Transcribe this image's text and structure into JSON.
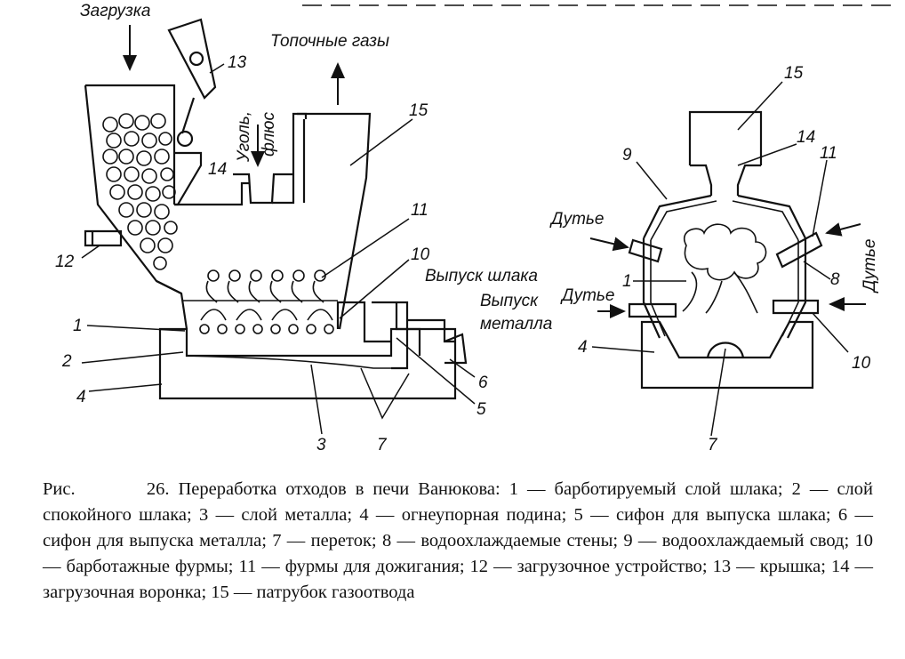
{
  "labels": {
    "loading": "Загрузка",
    "flue_gases": "Топочные газы",
    "coal": "Уголь,",
    "flux": "флюс",
    "slag_outlet": "Выпуск шлака",
    "metal_outlet_1": "Выпуск",
    "metal_outlet_2": "металла",
    "blast_left_top": "Дутье",
    "blast_left_bottom": "Дутье",
    "blast_right": "Дутье"
  },
  "numbers": {
    "n1": "1",
    "n2": "2",
    "n3": "3",
    "n4": "4",
    "n5": "5",
    "n6": "6",
    "n7": "7",
    "n10": "10",
    "n11": "11",
    "n12": "12",
    "n13": "13",
    "n14": "14",
    "n15": "15",
    "r1": "1",
    "r4": "4",
    "r7": "7",
    "r8": "8",
    "r9": "9",
    "r10": "10",
    "r11": "11",
    "r14": "14",
    "r15": "15"
  },
  "caption": {
    "fig_label": "Рис.",
    "text": "26. Переработка отходов в печи Ванюкова: 1 — барботируемый слой шлака; 2 — слой спокойного шлака; 3 — слой металла; 4 — огнеупорная подина; 5 — сифон для выпуска шлака; 6 — сифон для выпуска металла; 7 — переток; 8 — водоохлаждаемые стены; 9 — водоохлаждаемый свод; 10 — барботажные фурмы; 11 — фурмы для дожигания; 12 — загрузочное устройство; 13 — крышка; 14 — загрузочная воронка; 15 — патрубок газоотвода"
  }
}
